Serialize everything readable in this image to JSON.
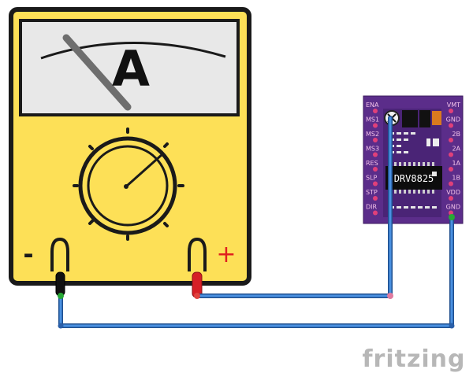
{
  "meter": {
    "unit_symbol": "A",
    "minus_label": "-",
    "plus_label": "+",
    "body_color": "#fde057",
    "outline_color": "#1a1a1a",
    "needle_color": "#6e6e6e"
  },
  "driver": {
    "chip_label": "DRV8825",
    "board_color": "#5b2d8a",
    "left_pins": [
      "ENA",
      "MS1",
      "MS2",
      "MS3",
      "RES",
      "SLP",
      "STP",
      "DIR"
    ],
    "right_pins": [
      "VMT",
      "GND",
      "2B",
      "2A",
      "1A",
      "1B",
      "VDD",
      "GND"
    ]
  },
  "wires": {
    "color": "#3a7ecf",
    "positive_probe_color": "#d61f26",
    "negative_probe_color": "#111111"
  },
  "watermark": {
    "text": "fritzing"
  }
}
